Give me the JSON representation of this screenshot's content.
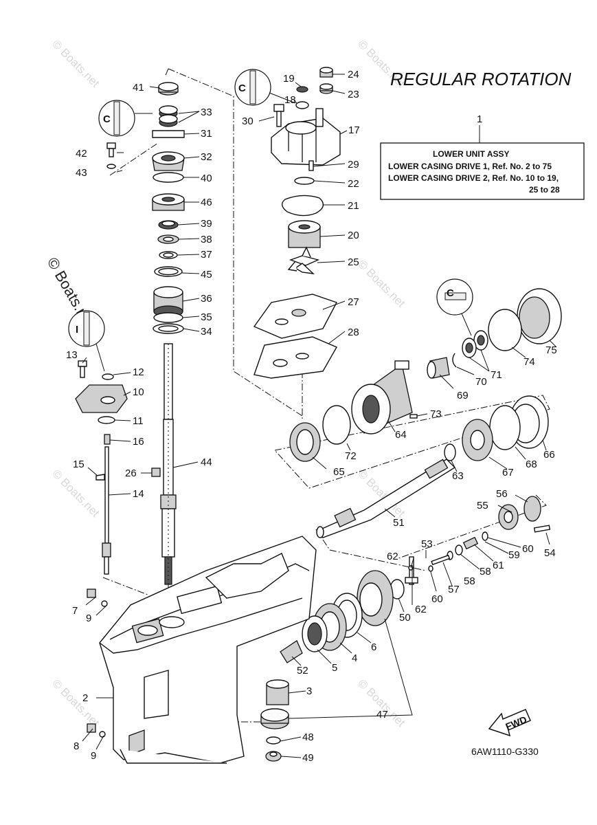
{
  "title": "REGULAR ROTATION",
  "diagram_code": "6AW1110-G330",
  "watermark": {
    "small": "© Boats.net",
    "large": "© Boats.net"
  },
  "fwd_label": "FWD",
  "assembly_box": {
    "ref": "1",
    "heading": "LOWER UNIT ASSY",
    "line1": "LOWER CASING DRIVE 1,  Ref. No.  2  to  75",
    "line2": "LOWER CASING DRIVE 2,  Ref. No. 10  to  19,",
    "line3": "25  to  28"
  },
  "callouts": [
    "41",
    "33",
    "31",
    "42",
    "43",
    "32",
    "40",
    "46",
    "39",
    "38",
    "37",
    "45",
    "36",
    "35",
    "34",
    "19",
    "24",
    "23",
    "18",
    "30",
    "17",
    "29",
    "22",
    "21",
    "20",
    "25",
    "27",
    "28",
    "13",
    "12",
    "10",
    "11",
    "16",
    "15",
    "14",
    "26",
    "44",
    "73",
    "69",
    "70",
    "71",
    "74",
    "75",
    "64",
    "72",
    "65",
    "63",
    "66",
    "67",
    "68",
    "56",
    "55",
    "54",
    "60",
    "59",
    "61",
    "58",
    "57",
    "62",
    "53",
    "51",
    "50",
    "60",
    "62",
    "6",
    "4",
    "5",
    "52",
    "3",
    "47",
    "7",
    "9",
    "2",
    "8",
    "9",
    "48",
    "49"
  ],
  "icon_letters": {
    "a": "C",
    "b": "I",
    "c": "C"
  }
}
